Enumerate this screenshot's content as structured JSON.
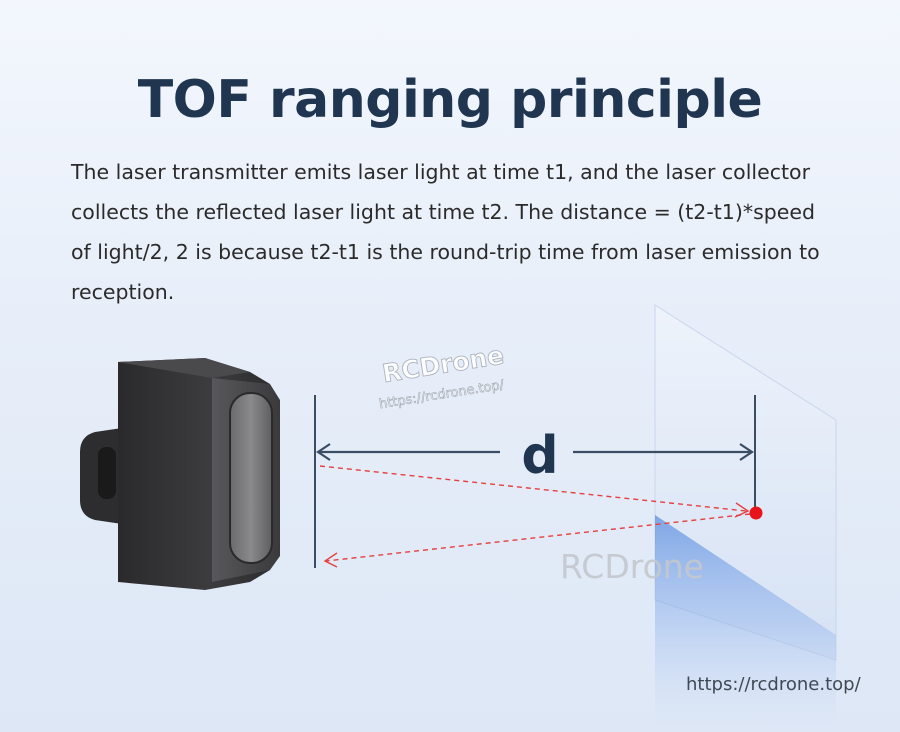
{
  "title": "TOF ranging principle",
  "description": "The laser transmitter emits laser light at time t1, and the laser collector collects the reflected laser light at time t2. The distance = (t2-t1)*speed of light/2, 2 is because t2-t1 is the round-trip time from laser emission to reception.",
  "diagram": {
    "distance_label": "d"
  },
  "watermark": {
    "brand": "RCDrone",
    "url_small": "https://rcdrone.top/",
    "brand_large": "RCDrone"
  },
  "footer_url": "https://rcdrone.top/",
  "colors": {
    "title": "#1f3550",
    "dimension_line": "#3b4d63",
    "laser": "#e54040",
    "laser_dot": "#e8141b",
    "sensor": "#3a3a3c"
  }
}
